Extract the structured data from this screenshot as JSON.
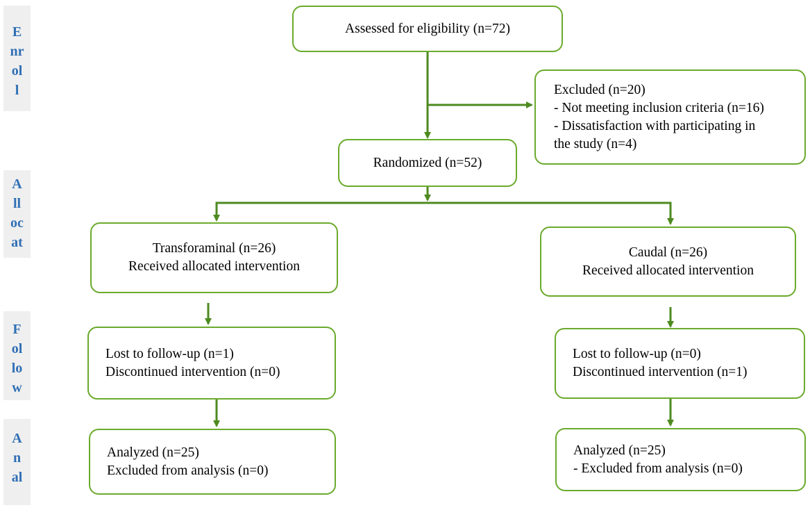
{
  "stages": {
    "enrollment": [
      "E",
      "nr",
      "ol",
      "l"
    ],
    "allocation": [
      "A",
      "ll",
      "oc",
      "at"
    ],
    "follow_up": [
      "F",
      "ol",
      "lo",
      "w"
    ],
    "analysis": [
      "A",
      "n",
      "al"
    ]
  },
  "boxes": {
    "assessed": "Assessed for eligibility (n=72)",
    "excluded": {
      "title": "Excluded (n=20)",
      "line1": "- Not meeting inclusion criteria (n=16)",
      "line2": "- Dissatisfaction with participating in",
      "line3": "the study (n=4)"
    },
    "randomized": "Randomized (n=52)",
    "transforaminal": {
      "title": "Transforaminal (n=26)",
      "subtitle": "Received allocated intervention"
    },
    "caudal": {
      "title": "Caudal (n=26)",
      "subtitle": "Received allocated intervention"
    },
    "followup_left": {
      "lost": "Lost to follow-up (n=1)",
      "discontinued": "Discontinued intervention (n=0)"
    },
    "followup_right": {
      "lost": "Lost to follow-up (n=0)",
      "discontinued": "Discontinued intervention (n=1)"
    },
    "analysis_left": {
      "analyzed": "Analyzed (n=25)",
      "excluded": "Excluded from analysis (n=0)"
    },
    "analysis_right": {
      "analyzed": "Analyzed (n=25)",
      "excluded": "- Excluded from analysis (n=0)"
    }
  },
  "colors": {
    "box_border": "#6aaa2c",
    "arrow": "#4d8a1f",
    "stage_text": "#2f6fb5",
    "stage_bg": "#efefef"
  }
}
